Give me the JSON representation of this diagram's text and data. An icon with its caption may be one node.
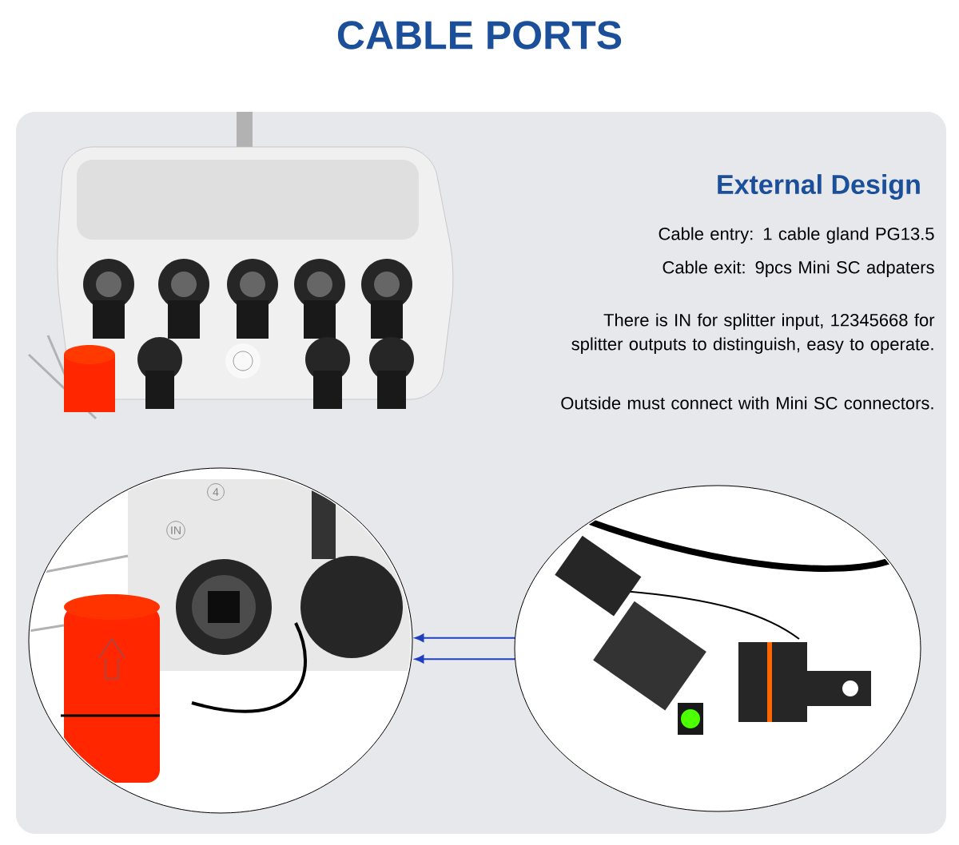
{
  "diagram": {
    "title": "CABLE PORTS",
    "nodes": [
      {
        "text": [],
        "shape": "picture"
      },
      {
        "text": [],
        "shape": "picture"
      }
    ],
    "edges": [
      {
        "from": 1,
        "to": 0,
        "arrow": "to"
      },
      {
        "from": 1,
        "to": 0,
        "arrow": "to"
      }
    ],
    "labels": [
      "External Design",
      "Cable entry: 1 cable gland PG13.5",
      "Cable exit: 9pcs Mini SC adpaters",
      "There is IN for splitter input, 12345668 for splitter outputs to distinguish, easy to operate.",
      "Outside must connect with Mini SC connectors.",
      "IN",
      "4"
    ]
  }
}
